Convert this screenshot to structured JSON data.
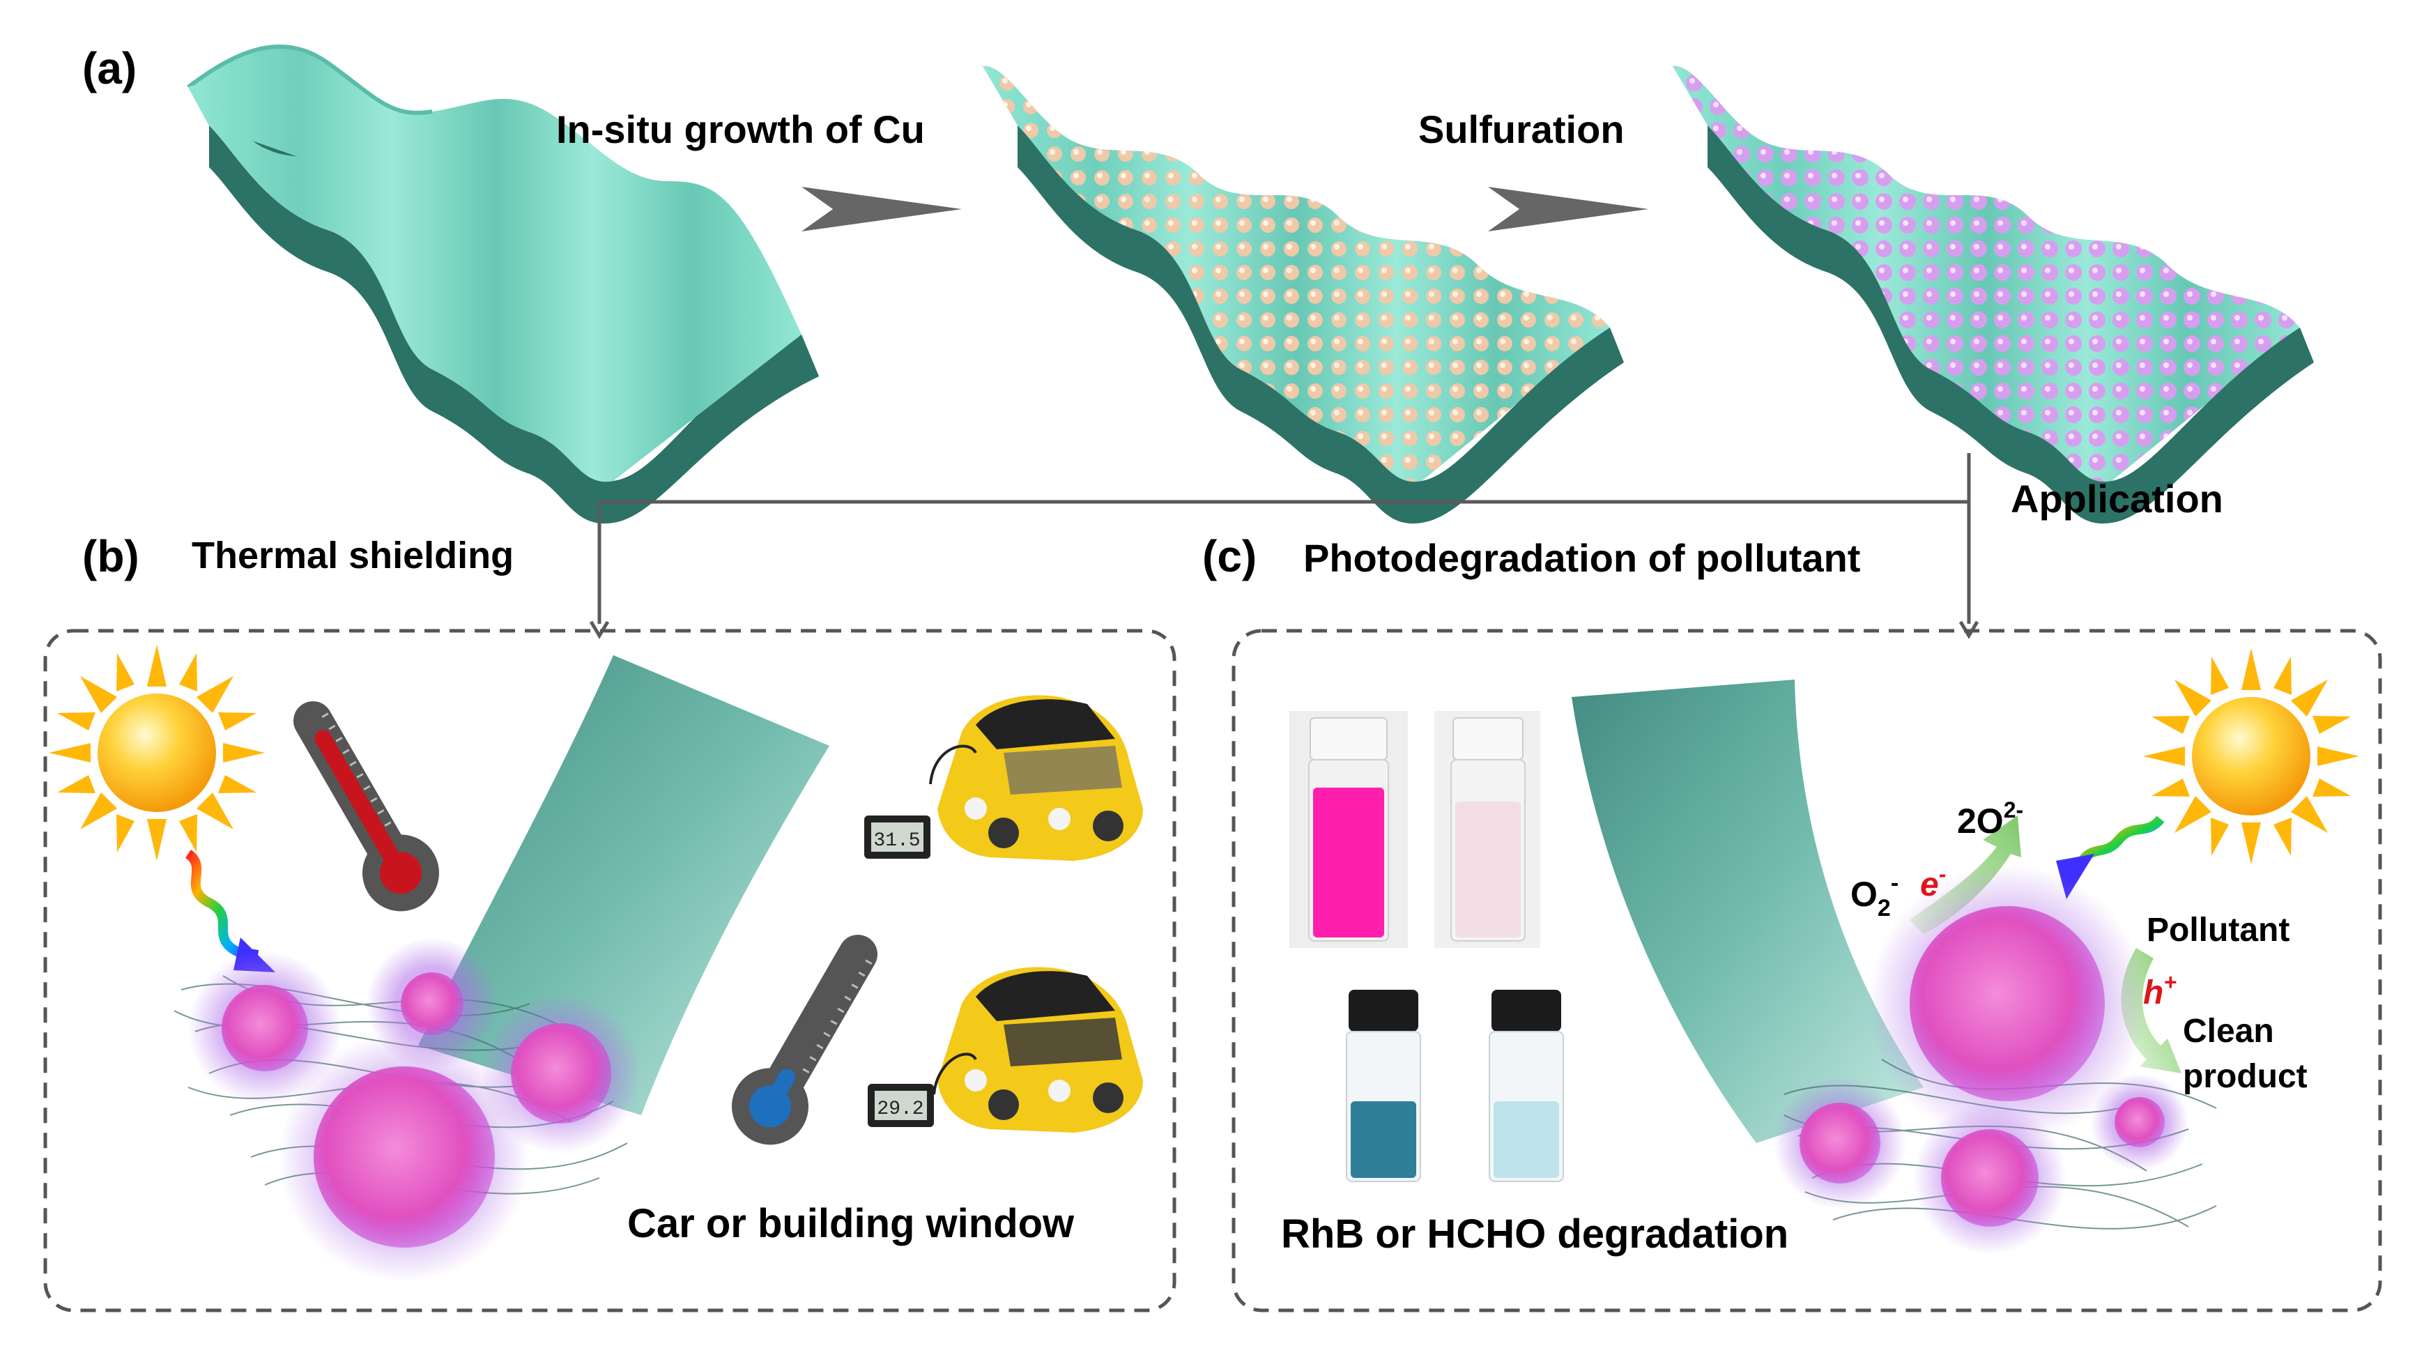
{
  "panel_a": {
    "label": "(a)",
    "step1_label": "In-situ growth of Cu",
    "step2_label": "Sulfuration",
    "sheet_colors": {
      "substrate": "#7fdcc8",
      "edge": "#2d7266",
      "cu_particles": "#f0c9a8",
      "cus_particles": "#d79ef0"
    }
  },
  "branch": {
    "label": "Application"
  },
  "panel_b": {
    "label": "(b)",
    "title": "Thermal shielding",
    "caption": "Car or building window",
    "thermometer_hot_color": "#c8141c",
    "thermometer_cool_color": "#1f6fbf",
    "display_readings": [
      "31.5",
      "29.2"
    ]
  },
  "panel_c": {
    "label": "(c)",
    "title": "Photodegradation of pollutant",
    "caption": "RhB or HCHO degradation",
    "o2_text": "O",
    "o2_sub": "2",
    "o2_sup": "-",
    "e_text": "e",
    "e_sup": "-",
    "product_text": "2O",
    "product_sup": "2-",
    "h_text": "h",
    "h_sup": "+",
    "pollutant_label": "Pollutant",
    "clean_label_1": "Clean",
    "clean_label_2": "product"
  },
  "colors": {
    "accent_red": "#e0141c",
    "sphere_pink": "#e35ec4",
    "arrow_gray": "#5a5a5a"
  }
}
